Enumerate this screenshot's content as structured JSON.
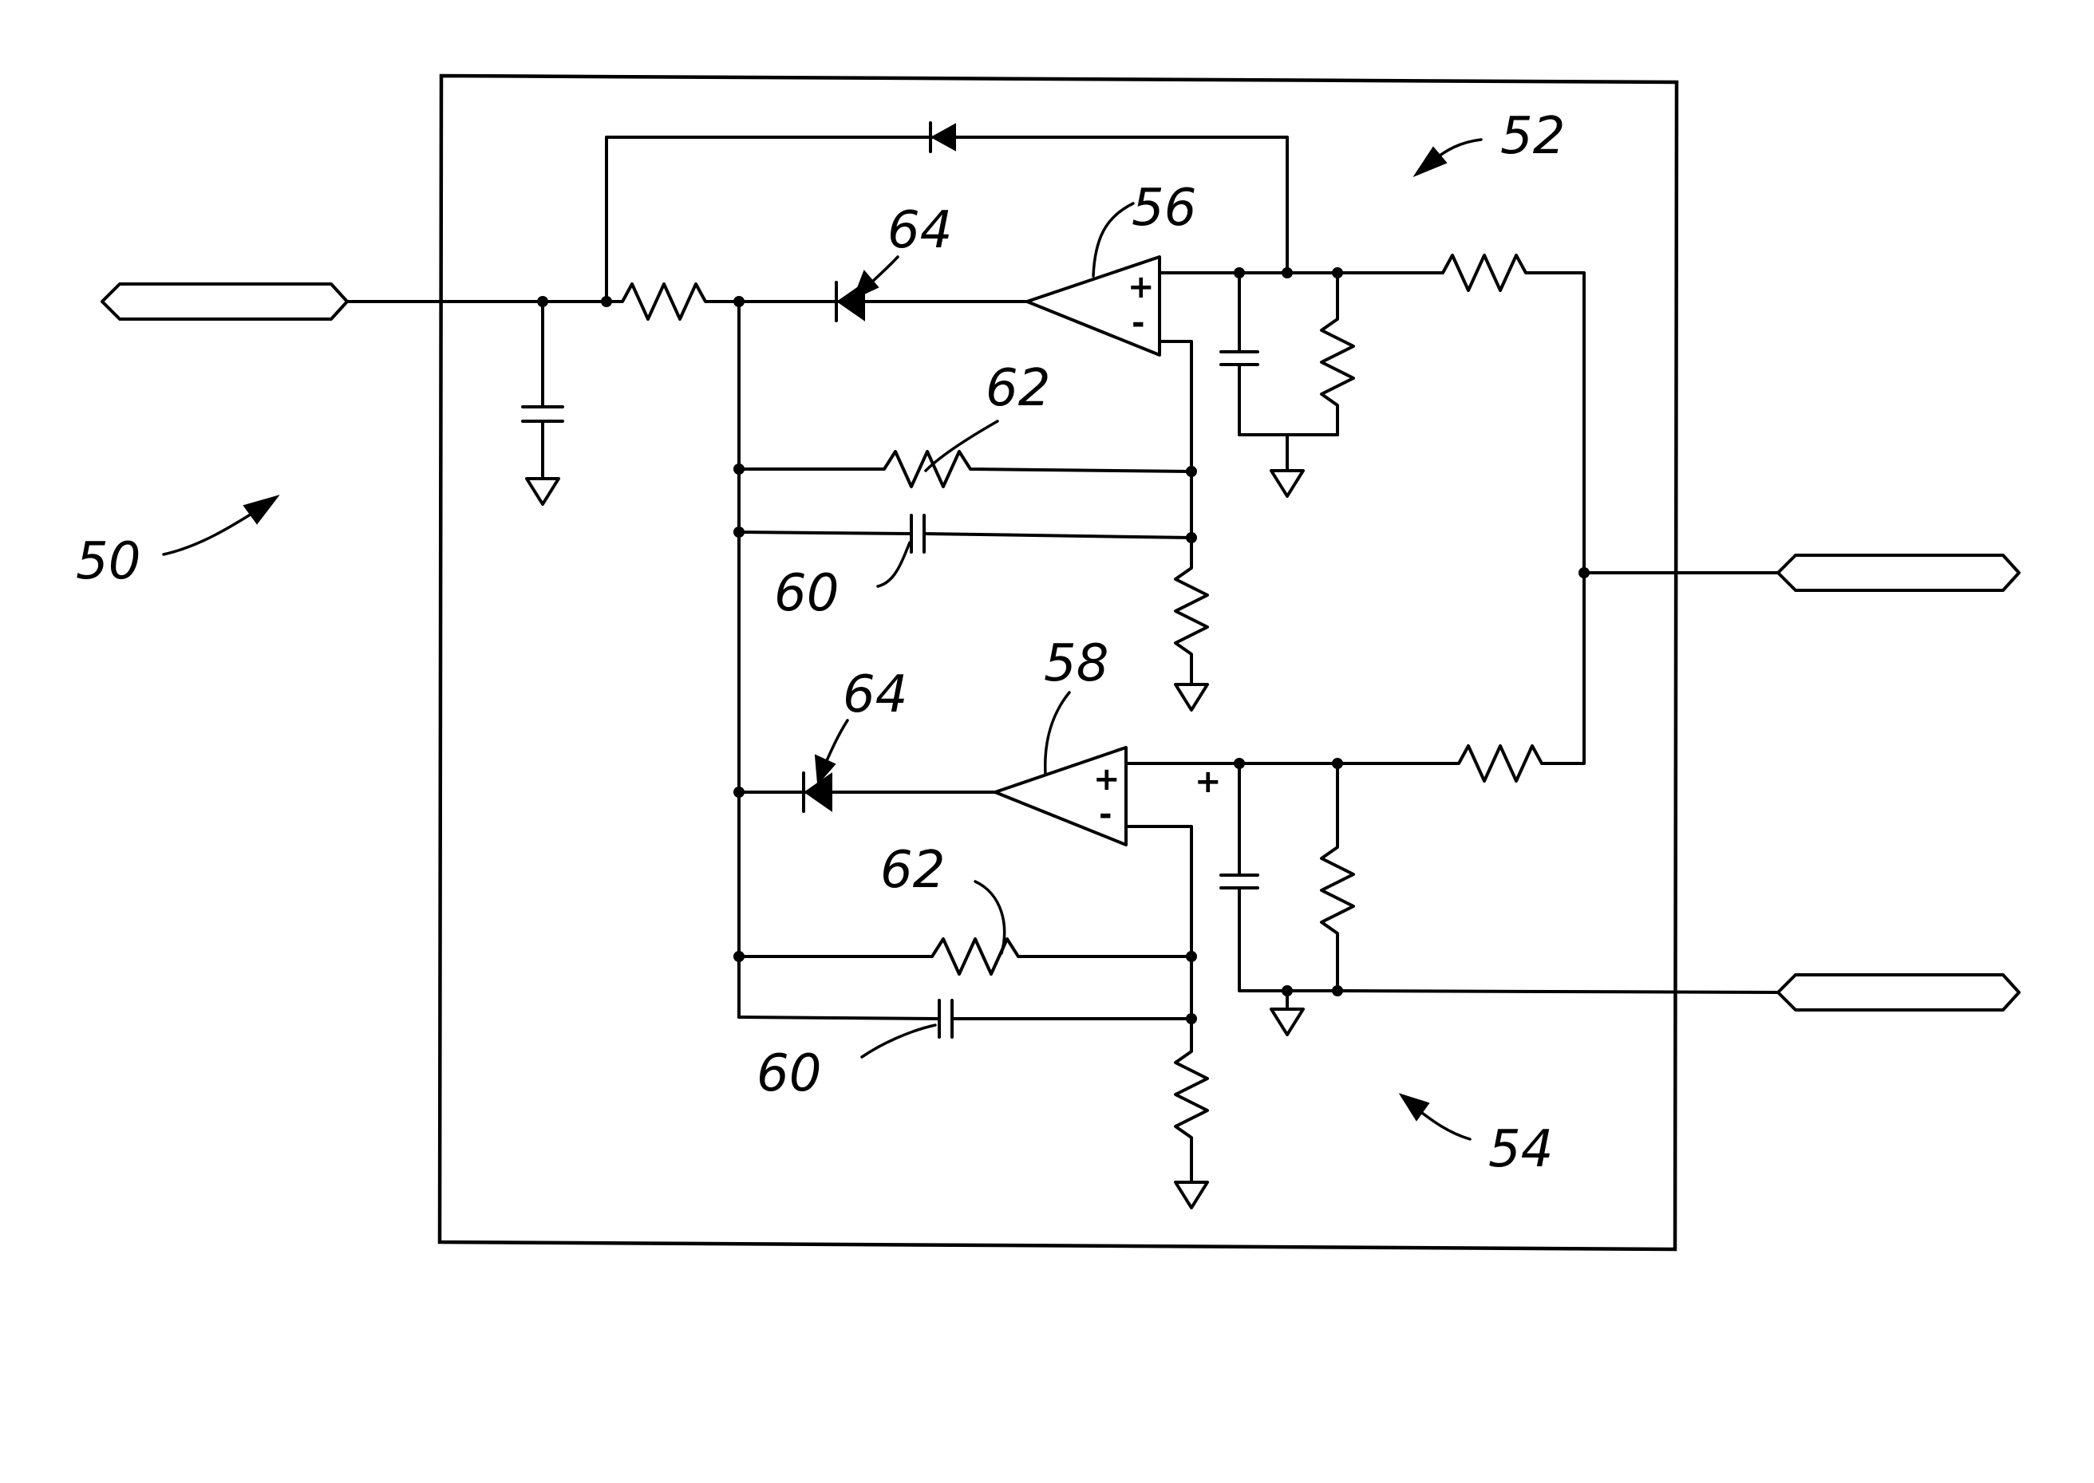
{
  "labels": {
    "circuit": "50",
    "upper_stage": "52",
    "lower_stage": "54",
    "opamp_upper": "56",
    "opamp_lower": "58",
    "capacitor_upper": "60",
    "capacitor_lower": "60",
    "resistor_upper": "62",
    "resistor_lower": "62",
    "diode_upper": "64",
    "diode_lower": "64"
  },
  "signs": {
    "plus": "+",
    "minus": "-"
  }
}
